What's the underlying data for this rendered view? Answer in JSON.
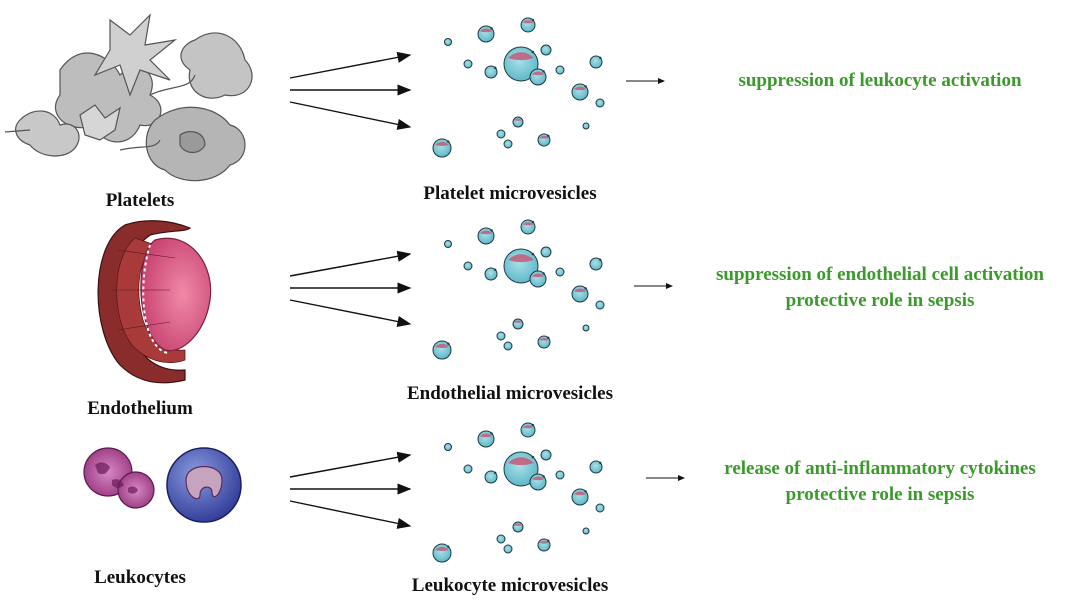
{
  "colors": {
    "effect_text": "#3a9a2a",
    "arrow": "#111111",
    "vesicle_fill": "#6ec4d2",
    "vesicle_cap": "#c65a78",
    "platelet_gray": "#b8b8b8",
    "endothelium_outer": "#8a2c2c",
    "endothelium_inner": "#d9527a",
    "leukocyte_pink": "#b2478f",
    "leukocyte_blue": "#4c5ba8"
  },
  "rows": [
    {
      "source_label": "Platelets",
      "source_icon": "platelets-icon",
      "vesicle_label": "Platelet microvesicles",
      "effects": [
        "suppression of leukocyte activation"
      ]
    },
    {
      "source_label": "Endothelium",
      "source_icon": "endothelium-icon",
      "vesicle_label": "Endothelial microvesicles",
      "effects": [
        "suppression of endothelial cell activation",
        "protective role in sepsis"
      ]
    },
    {
      "source_label": "Leukocytes",
      "source_icon": "leukocytes-icon",
      "vesicle_label": "Leukocyte microvesicles",
      "effects": [
        "release of anti-inflammatory cytokines",
        "protective role in sepsis"
      ]
    }
  ]
}
